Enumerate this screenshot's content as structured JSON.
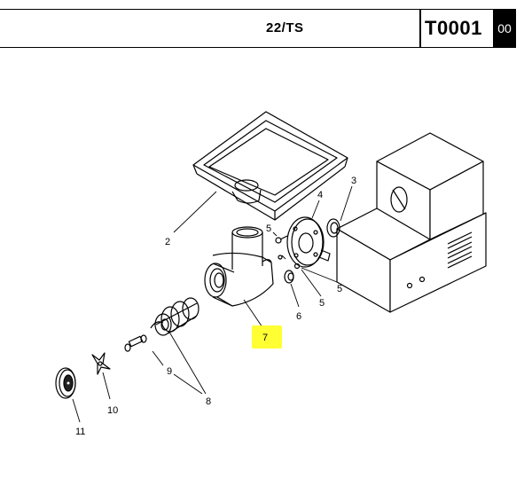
{
  "header": {
    "model": "22/TS",
    "code": "T0001",
    "revision": "00"
  },
  "callouts": {
    "c2": "2",
    "c3": "3",
    "c4": "4",
    "c5a": "5",
    "c5b": "5",
    "c5c": "5",
    "c6": "6",
    "c7": "7",
    "c8": "8",
    "c9": "9",
    "c10": "10",
    "c11": "11"
  },
  "highlight_color": "#ffff33"
}
